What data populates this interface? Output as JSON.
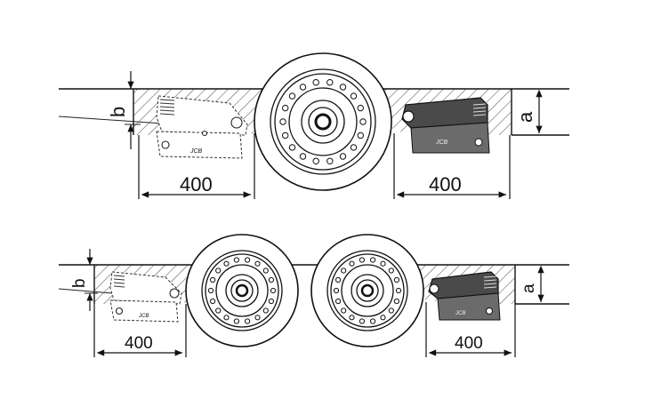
{
  "diagrams": [
    {
      "id": "single-axle",
      "labels": {
        "left_dimension": "400",
        "right_dimension": "400",
        "left_height": "b",
        "right_height": "a",
        "chock_brand_left": "JCB",
        "chock_brand_right": "JCB"
      }
    },
    {
      "id": "tandem-axle",
      "labels": {
        "left_dimension": "400",
        "right_dimension": "400",
        "left_height": "b",
        "right_height": "a",
        "chock_brand_left": "JCB",
        "chock_brand_right": "JCB"
      }
    }
  ],
  "colors": {
    "line": "#111111",
    "chock_dark": "#4a4a4a",
    "background": "#ffffff"
  }
}
